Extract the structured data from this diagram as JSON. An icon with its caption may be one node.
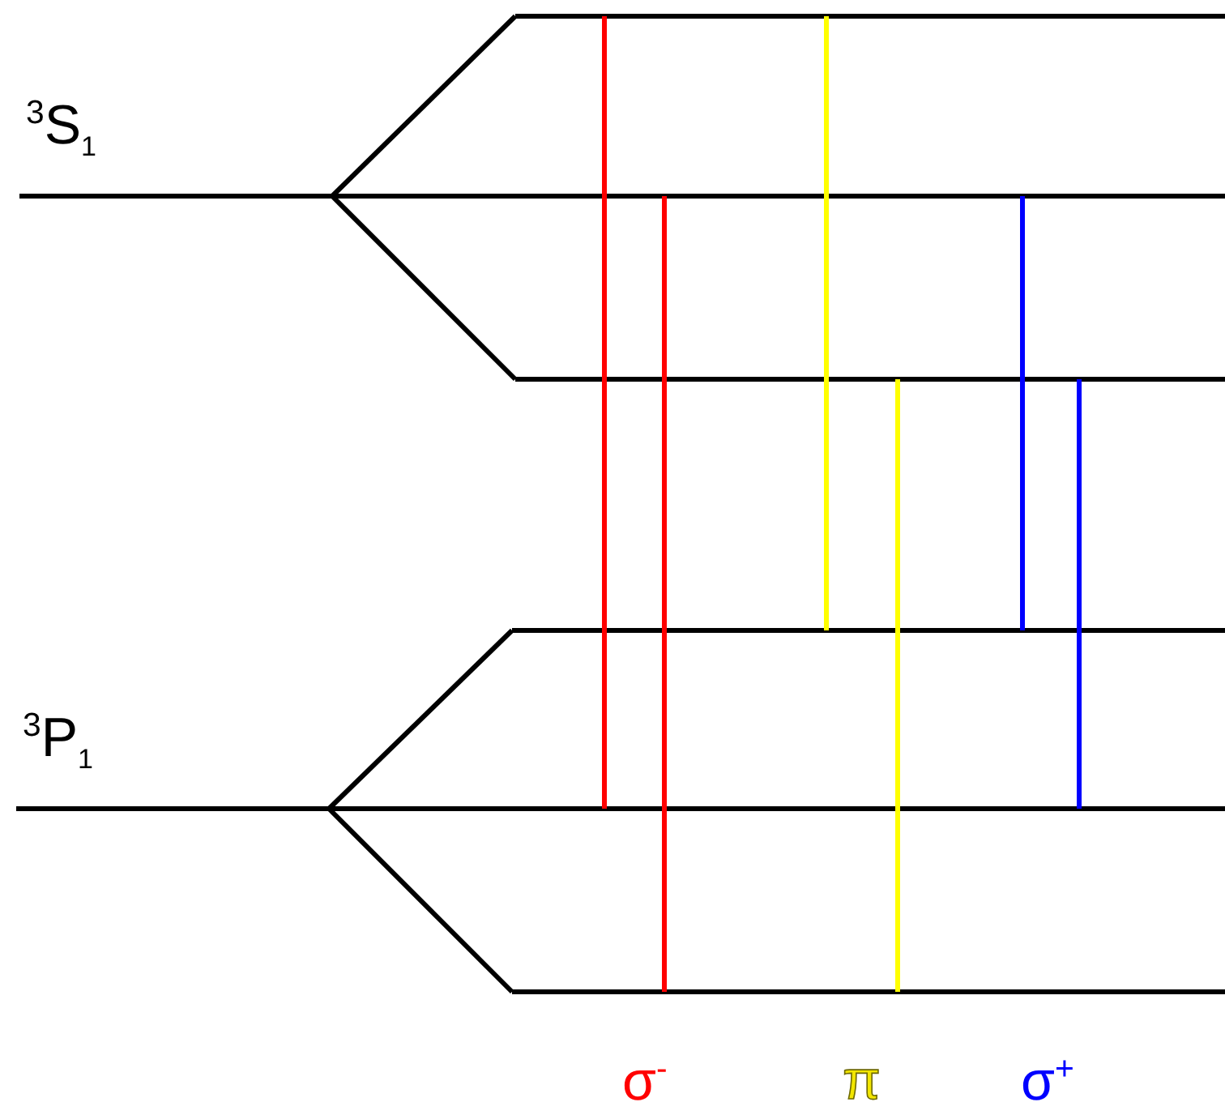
{
  "diagram": {
    "nodes": [
      {
        "text": [],
        "shape": "bar"
      },
      {
        "text": [],
        "shape": "bar",
        "beside": [
          "$^{3}$S$_{1}$"
        ]
      },
      {
        "text": [],
        "shape": "bar"
      },
      {
        "text": [],
        "shape": "bar"
      },
      {
        "text": [],
        "shape": "bar",
        "beside": [
          "$^{3}$P$_{1}$"
        ]
      },
      {
        "text": [],
        "shape": "bar"
      }
    ],
    "edges": [
      {
        "from": 1,
        "to": 0,
        "arrow": "none"
      },
      {
        "from": 1,
        "to": 2,
        "arrow": "none"
      },
      {
        "from": 4,
        "to": 3,
        "arrow": "none"
      },
      {
        "from": 4,
        "to": 5,
        "arrow": "none"
      },
      {
        "from": 0,
        "to": 4,
        "arrow": "none",
        "color": "#ff0000"
      },
      {
        "from": 1,
        "to": 5,
        "arrow": "none",
        "color": "#ff0000"
      },
      {
        "from": 0,
        "to": 3,
        "arrow": "none",
        "color": "#ffff00"
      },
      {
        "from": 2,
        "to": 5,
        "arrow": "none",
        "color": "#ffff00"
      },
      {
        "from": 1,
        "to": 3,
        "arrow": "none",
        "color": "#0000ff"
      },
      {
        "from": 2,
        "to": 4,
        "arrow": "none",
        "color": "#0000ff"
      }
    ],
    "labels": [
      "σ$^{-}$",
      "π",
      "σ$^{+}$"
    ]
  }
}
